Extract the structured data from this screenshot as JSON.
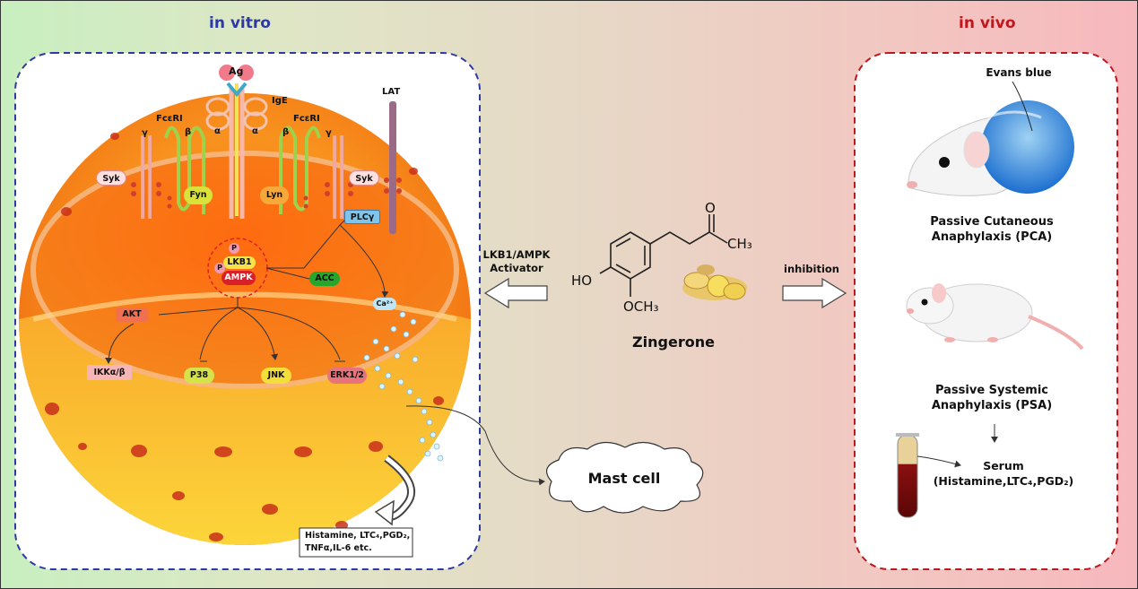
{
  "panels": {
    "in_vitro_title": "in vitro",
    "in_vivo_title": "in vivo",
    "colors": {
      "in_vitro": "#2d3aa6",
      "in_vivo": "#c0161c"
    }
  },
  "receptors": {
    "antigen": "Ag",
    "ige": "IgE",
    "fceri_left": "FcεRI",
    "fceri_right": "FcεRI",
    "alpha_left": "α",
    "alpha_right": "α",
    "beta_left": "β",
    "beta_right": "β",
    "gamma_left": "γ",
    "gamma_right": "γ",
    "lat": "LAT"
  },
  "kinases": {
    "syk_left": "Syk",
    "syk_right": "Syk",
    "fyn": "Fyn",
    "lyn": "Lyn",
    "plc": "PLCγ",
    "lkb1": "LKB1",
    "ampk": "AMPK",
    "phospho_1": "P",
    "phospho_2": "P",
    "acc": "ACC",
    "calcium": "Ca²⁺",
    "akt": "AKT",
    "ikk": "IKKα/β",
    "p38": "P38",
    "jnk": "JNK",
    "erk": "ERK1/2"
  },
  "mediators": {
    "line1": "Histamine, LTC₄,PGD₂,",
    "line2": "TNFα,IL-6 etc."
  },
  "center": {
    "arrow_left_label_1": "LKB1/AMPK",
    "arrow_left_label_2": "Activator",
    "arrow_right_label": "inhibition",
    "compound_name": "Zingerone",
    "chem_ho": "HO",
    "chem_och3": "OCH₃",
    "chem_ch3": "CH₃",
    "chem_o": "O",
    "mast_cell": "Mast cell"
  },
  "in_vivo": {
    "dye_label": "Evans blue",
    "pca_line1": "Passive Cutaneous",
    "pca_line2": "Anaphylaxis (PCA)",
    "psa_line1": "Passive Systemic",
    "psa_line2": "Anaphylaxis (PSA)",
    "serum_line1": "Serum",
    "serum_line2": "(Histamine,LTC₄,PGD₂)"
  }
}
